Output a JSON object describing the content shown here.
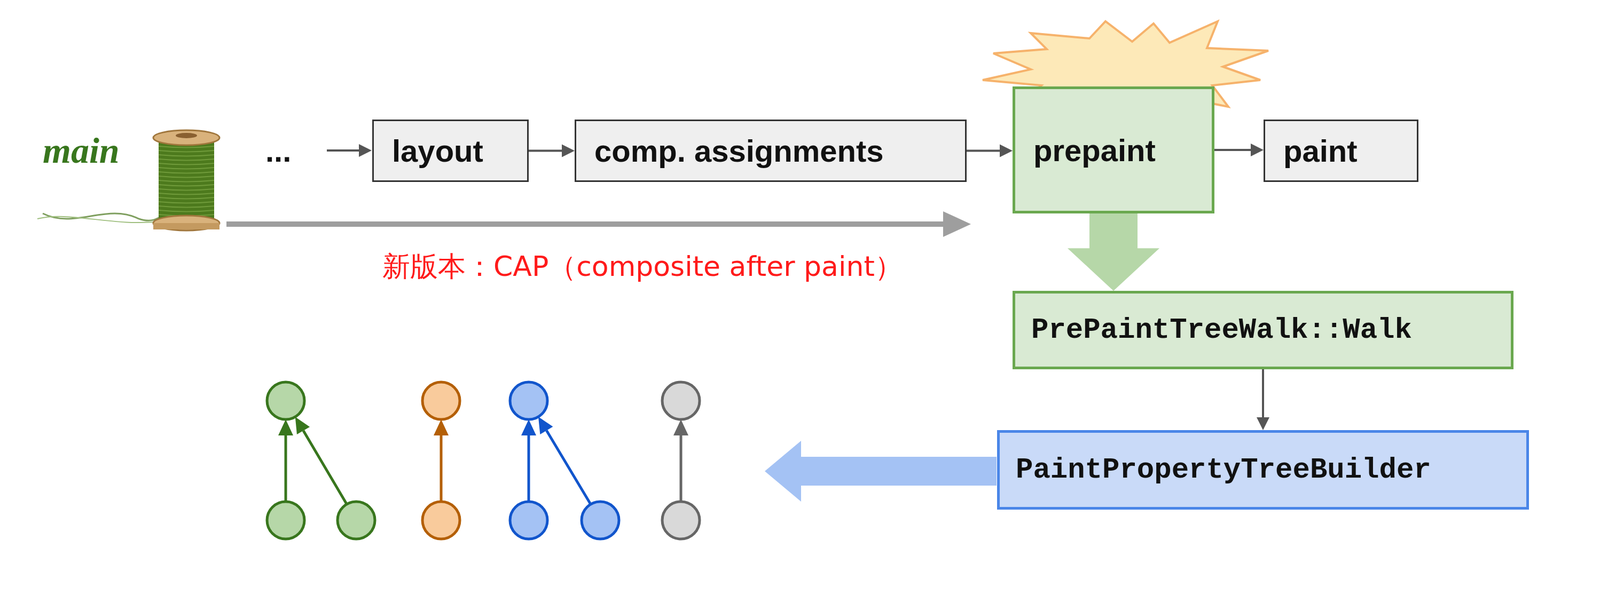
{
  "diagram": {
    "nodes": [
      {
        "text": [
          "layout"
        ]
      },
      {
        "text": [
          "comp. assignments"
        ]
      },
      {
        "text": [
          "prepaint"
        ]
      },
      {
        "text": [
          "paint"
        ]
      },
      {
        "text": [
          "PrePaintTreeWalk::Walk"
        ]
      },
      {
        "text": [
          "PaintPropertyTreeBuilder"
        ]
      }
    ],
    "edges": [
      {
        "from": 0,
        "to": 1,
        "arrow": "to"
      },
      {
        "from": 1,
        "to": 2,
        "arrow": "to"
      },
      {
        "from": 2,
        "to": 3,
        "arrow": "to"
      },
      {
        "from": 2,
        "to": 4,
        "arrow": "to"
      },
      {
        "from": 4,
        "to": 5,
        "arrow": "to"
      }
    ],
    "labels": [
      "main",
      "...",
      "新版本：CAP（composite after paint）"
    ]
  }
}
